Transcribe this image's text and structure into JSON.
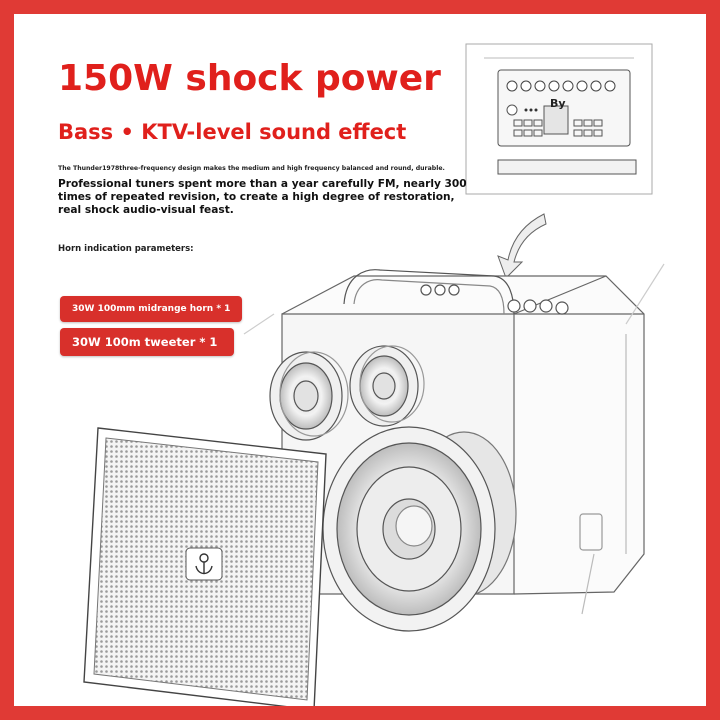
{
  "title": "150W shock power",
  "subtitle": "Bass  •  KTV-level sound effect",
  "note": "The Thunder1978three-frequency design makes the medium and high frequency balanced and round, durable.",
  "description": "Professional tuners spent more than a year carefully FM, nearly 300 times of repeated revision, to create a high degree of restoration, real shock audio-visual feast.",
  "parameters": {
    "heading": "Horn indication parameters:",
    "items": [
      "30W 100mm midrange horn * 1",
      "30W 100m tweeter * 1"
    ]
  },
  "panel_label": "By",
  "colors": {
    "accent": "#e0201c",
    "badge": "#d8302b",
    "frame": "#e03a35"
  }
}
